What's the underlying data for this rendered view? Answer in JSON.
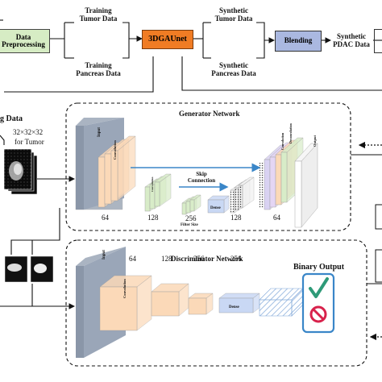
{
  "pipeline": {
    "preprocessing": [
      "Data",
      "Preprocessing"
    ],
    "training_tumor": [
      "Training",
      "Tumor Data"
    ],
    "training_pancreas": [
      "Training",
      "Pancreas Data"
    ],
    "model": "3DGAUnet",
    "synthetic_tumor": [
      "Synthetic",
      "Tumor Data"
    ],
    "synthetic_pancreas": [
      "Synthetic",
      "Pancreas Data"
    ],
    "blending": "Blending",
    "synthetic_pdac": [
      "Synthetic",
      "PDAC Data"
    ]
  },
  "input_panel": {
    "title": "g Data",
    "size": "32×32×32",
    "caption": "for Tumor"
  },
  "generator": {
    "title": "Generator Network",
    "input_label": "Input",
    "conv_label": "Convolution",
    "deconv_label": "Deconvolution",
    "conv2_label": "Convolution",
    "output_label": "Output",
    "dense_label": "Dense",
    "skip_label": [
      "Skip",
      "Connection"
    ],
    "filter_label": "Filter Size",
    "numbers": [
      "64",
      "128",
      "256",
      "128",
      "64"
    ]
  },
  "discriminator": {
    "title": "Discriminator Network",
    "input_label": "Input",
    "conv_label": "Convolution",
    "dense_label": "Dense",
    "numbers": [
      "64",
      "128",
      "256",
      "256"
    ]
  },
  "output": {
    "title": "Binary Output"
  },
  "colors": {
    "preprocessing": "#d6ecc4",
    "model": "#f07c24",
    "blending": "#aab8e0",
    "input_block": "#8a96a8",
    "conv_block": "#fbd9b8",
    "dense_block": "#c9d8f4",
    "skip_arrow": "#3a86c8",
    "check": "#2e9a78",
    "deny": "#d8224c"
  }
}
